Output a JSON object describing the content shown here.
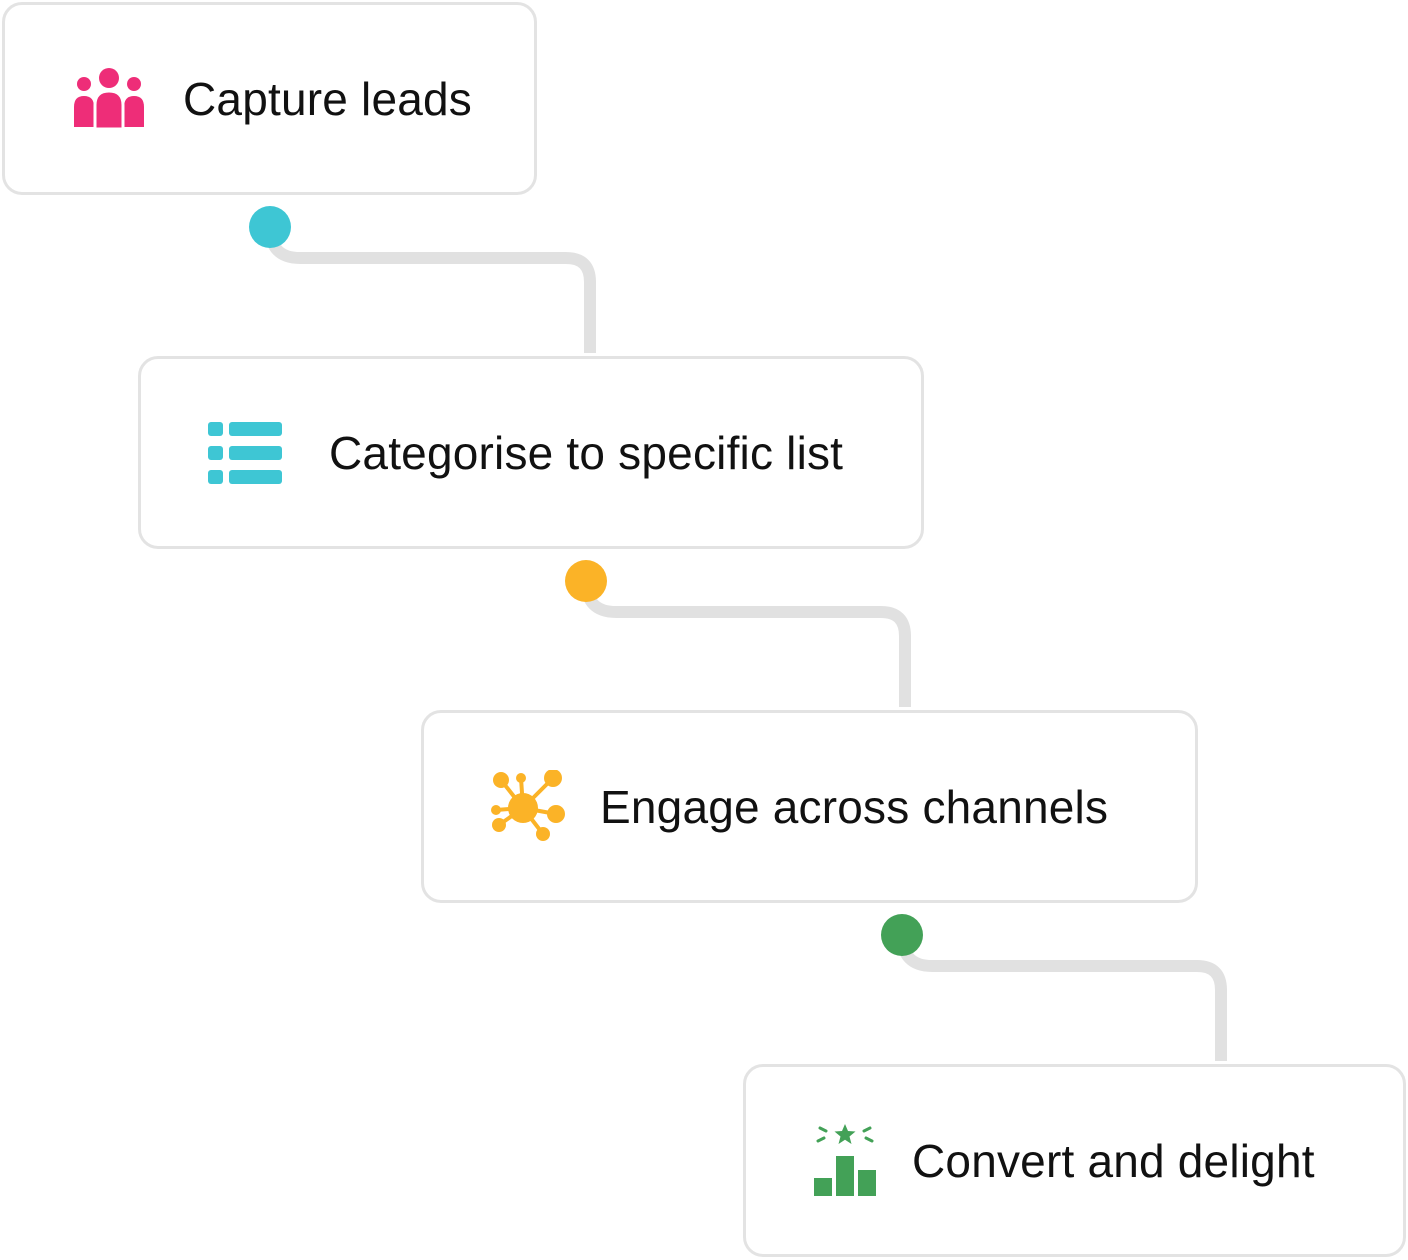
{
  "steps": [
    {
      "label": "Capture leads",
      "icon": "people-group-icon",
      "color": "#ee2d78"
    },
    {
      "label": "Categorise to specific list",
      "icon": "list-icon",
      "color": "#3ec6d4"
    },
    {
      "label": "Engage across channels",
      "icon": "network-hub-icon",
      "color": "#fbb327"
    },
    {
      "label": "Convert and delight",
      "icon": "podium-star-icon",
      "color": "#43a157"
    }
  ],
  "connector_color": "#e1e1e1",
  "dot_colors": [
    "#3ec6d4",
    "#fbb327",
    "#43a157"
  ]
}
